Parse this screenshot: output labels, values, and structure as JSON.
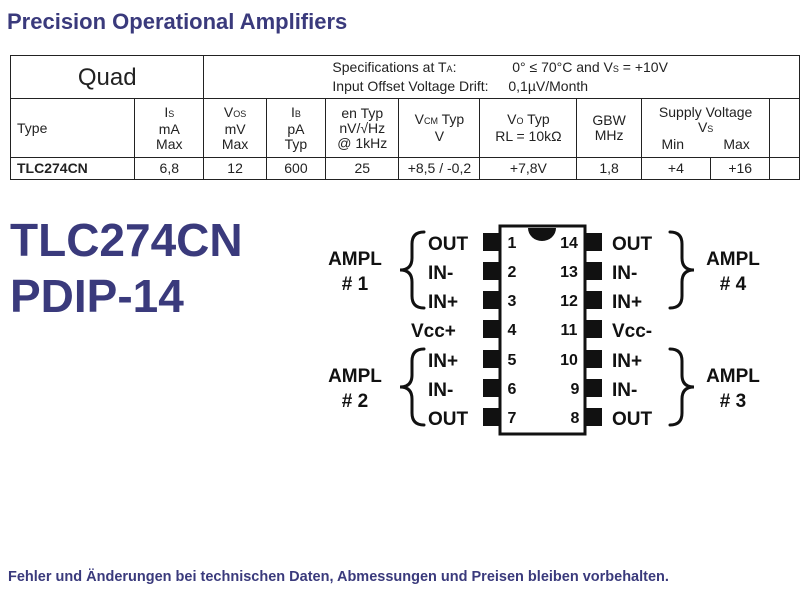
{
  "header": {
    "title": "Precision Operational Amplifiers"
  },
  "table": {
    "group_label": "Quad",
    "spec_line1_label": "Specifications at T",
    "spec_line1_sub": "A",
    "spec_line1_colon": ":",
    "spec_line1_value": "0° ≤ 70°C and V",
    "spec_line1_value_sub": "S",
    "spec_line1_value_tail": " = +10V",
    "spec_line2_label": "Input Offset Voltage Drift:",
    "spec_line2_value": "0,1µV/Month",
    "columns": {
      "type": "Type",
      "is": {
        "sym": "I",
        "sub": "S",
        "unit": "mA",
        "cond": "Max"
      },
      "vos": {
        "sym": "V",
        "sub": "OS",
        "unit": "mV",
        "cond": "Max"
      },
      "ib": {
        "sym": "I",
        "sub": "B",
        "unit": "pA",
        "cond": "Typ"
      },
      "en": {
        "line1": "en Typ",
        "line2": "nV/√Hz",
        "line3": "@ 1kHz"
      },
      "vcm": {
        "sym": "V",
        "sub": "CM",
        "tail": " Typ",
        "unit": "V"
      },
      "vo": {
        "sym": "V",
        "sub": "O",
        "tail": " Typ",
        "cond": "RL = 10kΩ"
      },
      "gbw": {
        "line1": "GBW",
        "line2": "MHz"
      },
      "supply": {
        "line1": "Supply Voltage",
        "sym": "V",
        "sub": "S",
        "min": "Min",
        "max": "Max"
      }
    },
    "row": {
      "type": "TLC274CN",
      "is": "6,8",
      "vos": "12",
      "ib": "600",
      "en": "25",
      "vcm": "+8,5 / -0,2",
      "vo": "+7,8V",
      "gbw": "1,8",
      "vs_min": "+4",
      "vs_max": "+16"
    }
  },
  "chip": {
    "name": "TLC274CN",
    "package": "PDIP-14"
  },
  "pinout": {
    "left_pins": [
      {
        "num": "1",
        "label": "OUT"
      },
      {
        "num": "2",
        "label": "IN-"
      },
      {
        "num": "3",
        "label": "IN+"
      },
      {
        "num": "4",
        "label": "Vcc+"
      },
      {
        "num": "5",
        "label": "IN+"
      },
      {
        "num": "6",
        "label": "IN-"
      },
      {
        "num": "7",
        "label": "OUT"
      }
    ],
    "right_pins": [
      {
        "num": "14",
        "label": "OUT"
      },
      {
        "num": "13",
        "label": "IN-"
      },
      {
        "num": "12",
        "label": "IN+"
      },
      {
        "num": "11",
        "label": "Vcc-"
      },
      {
        "num": "10",
        "label": "IN+"
      },
      {
        "num": "9",
        "label": "IN-"
      },
      {
        "num": "8",
        "label": "OUT"
      }
    ],
    "groups": {
      "ampl1": {
        "line1": "AMPL",
        "line2": "# 1"
      },
      "ampl2": {
        "line1": "AMPL",
        "line2": "# 2"
      },
      "ampl3": {
        "line1": "AMPL",
        "line2": "# 3"
      },
      "ampl4": {
        "line1": "AMPL",
        "line2": "# 4"
      }
    }
  },
  "footer": {
    "note": "Fehler und Änderungen bei technischen Daten, Abmessungen und Preisen bleiben vorbehalten."
  },
  "colors": {
    "title": "#3a3a7c",
    "ink": "#111111"
  }
}
